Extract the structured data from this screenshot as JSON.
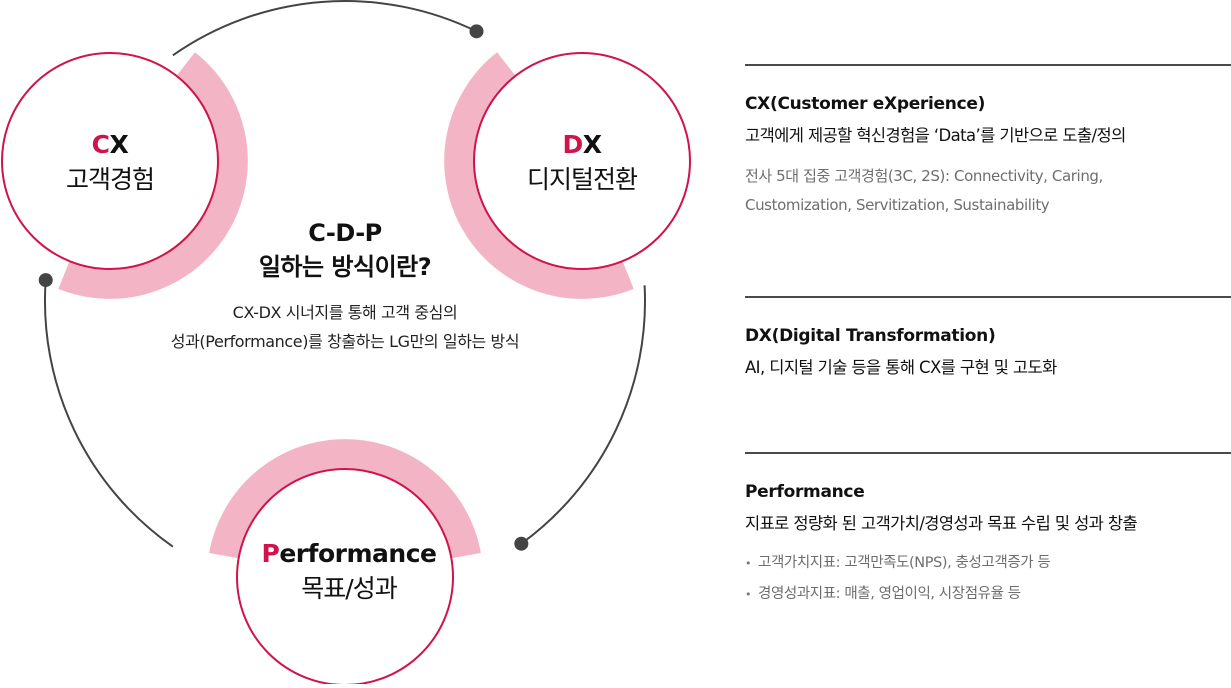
{
  "colors": {
    "accent": "#d0134b",
    "ring": "#f3b5c5",
    "connector": "#444444",
    "text": "#111111",
    "muted": "#6e6e6e"
  },
  "diagram": {
    "nodes": [
      {
        "id": "cx",
        "accent_letter": "C",
        "title_rest": "X",
        "subtitle": "고객경험"
      },
      {
        "id": "dx",
        "accent_letter": "D",
        "title_rest": "X",
        "subtitle": "디지털전환"
      },
      {
        "id": "performance",
        "accent_letter": "P",
        "title_rest": "erformance",
        "subtitle": "목표/성과"
      }
    ],
    "center": {
      "title_line1": "C-D-P",
      "title_line2": "일하는 방식이란?",
      "desc_line1": "CX-DX 시너지를 통해 고객 중심의",
      "desc_line2": "성과(Performance)를 창출하는 LG만의 일하는 방식"
    }
  },
  "panel": {
    "sections": [
      {
        "title": "CX(Customer eXperience)",
        "description": "고객에게 제공할 혁신경험을 ‘Data’를 기반으로 도출/정의",
        "note_line1": "전사 5대 집중 고객경험(3C, 2S): Connectivity, Caring,",
        "note_line2": "Customization, Servitization, Sustainability"
      },
      {
        "title": "DX(Digital Transformation)",
        "description": "AI, 디지털 기술 등을 통해 CX를 구현 및 고도화"
      },
      {
        "title": "Performance",
        "description": "지표로 정량화 된 고객가치/경영성과 목표 수립 및 성과 창출",
        "bullets": [
          "고객가치지표: 고객만족도(NPS), 충성고객증가 등",
          "경영성과지표: 매출, 영업이익, 시장점유율 등"
        ]
      }
    ]
  }
}
